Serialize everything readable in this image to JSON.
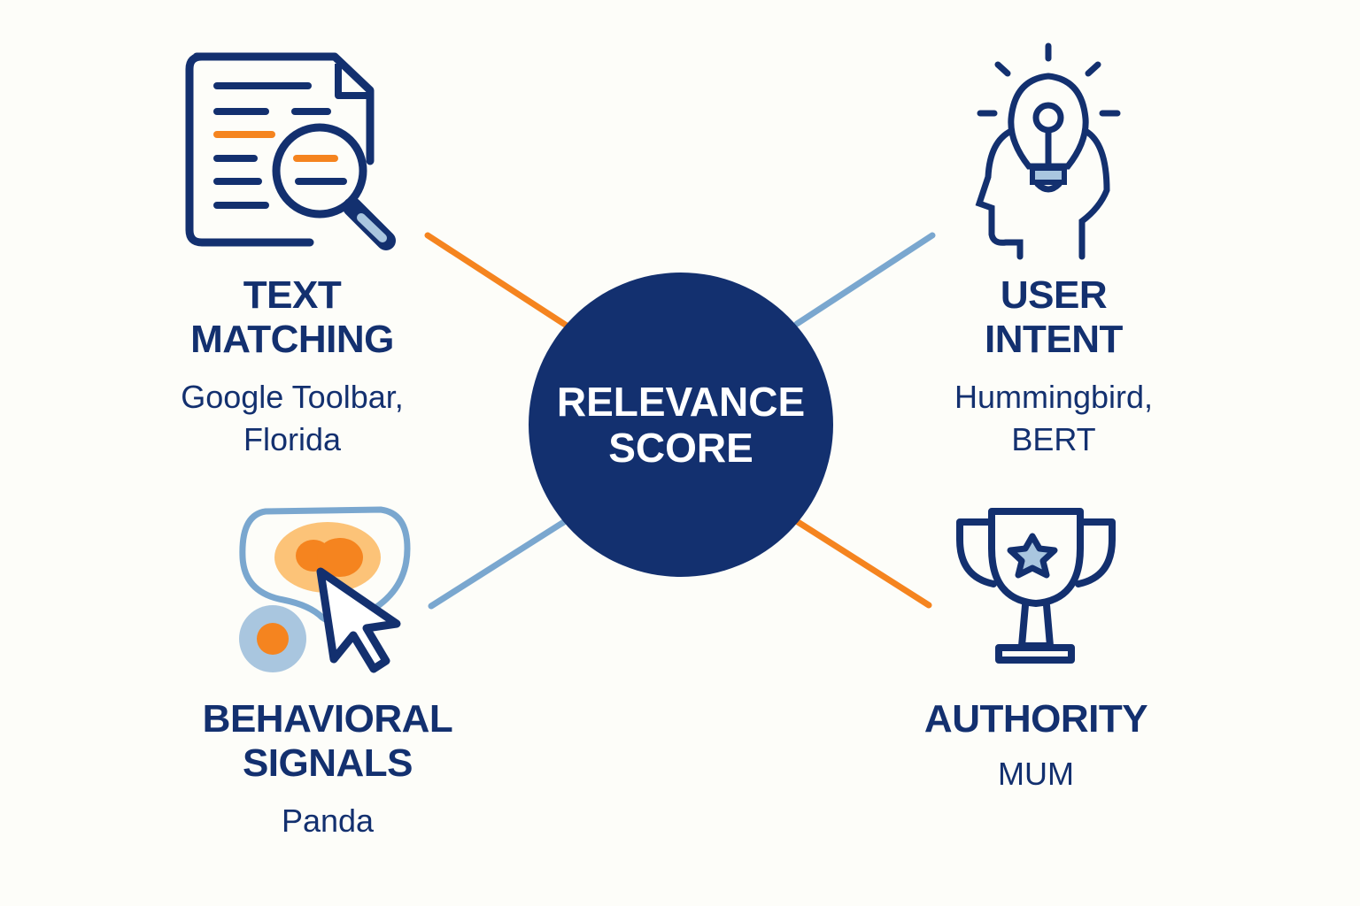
{
  "colors": {
    "navy": "#13306f",
    "orange": "#f5841f",
    "light_blue": "#7aa7cf",
    "pale_blue": "#a9c6df",
    "background": "#fdfdf9"
  },
  "hub": {
    "line1": "RELEVANCE",
    "line2": "SCORE"
  },
  "nodes": [
    {
      "id": "text-matching",
      "icon": "document-search-icon",
      "title": [
        "TEXT",
        "MATCHING"
      ],
      "updates": [
        "Google Toolbar,",
        "Florida"
      ],
      "connector_color": "orange"
    },
    {
      "id": "user-intent",
      "icon": "head-lightbulb-icon",
      "title": [
        "USER",
        "INTENT"
      ],
      "updates": [
        "Hummingbird,",
        "BERT"
      ],
      "connector_color": "light_blue"
    },
    {
      "id": "behavioral-signals",
      "icon": "heatmap-cursor-icon",
      "title": [
        "BEHAVIORAL",
        "SIGNALS"
      ],
      "updates": [
        "Panda"
      ],
      "connector_color": "light_blue"
    },
    {
      "id": "authority",
      "icon": "trophy-star-icon",
      "title": [
        "AUTHORITY"
      ],
      "updates": [
        "MUM"
      ],
      "connector_color": "orange"
    }
  ]
}
